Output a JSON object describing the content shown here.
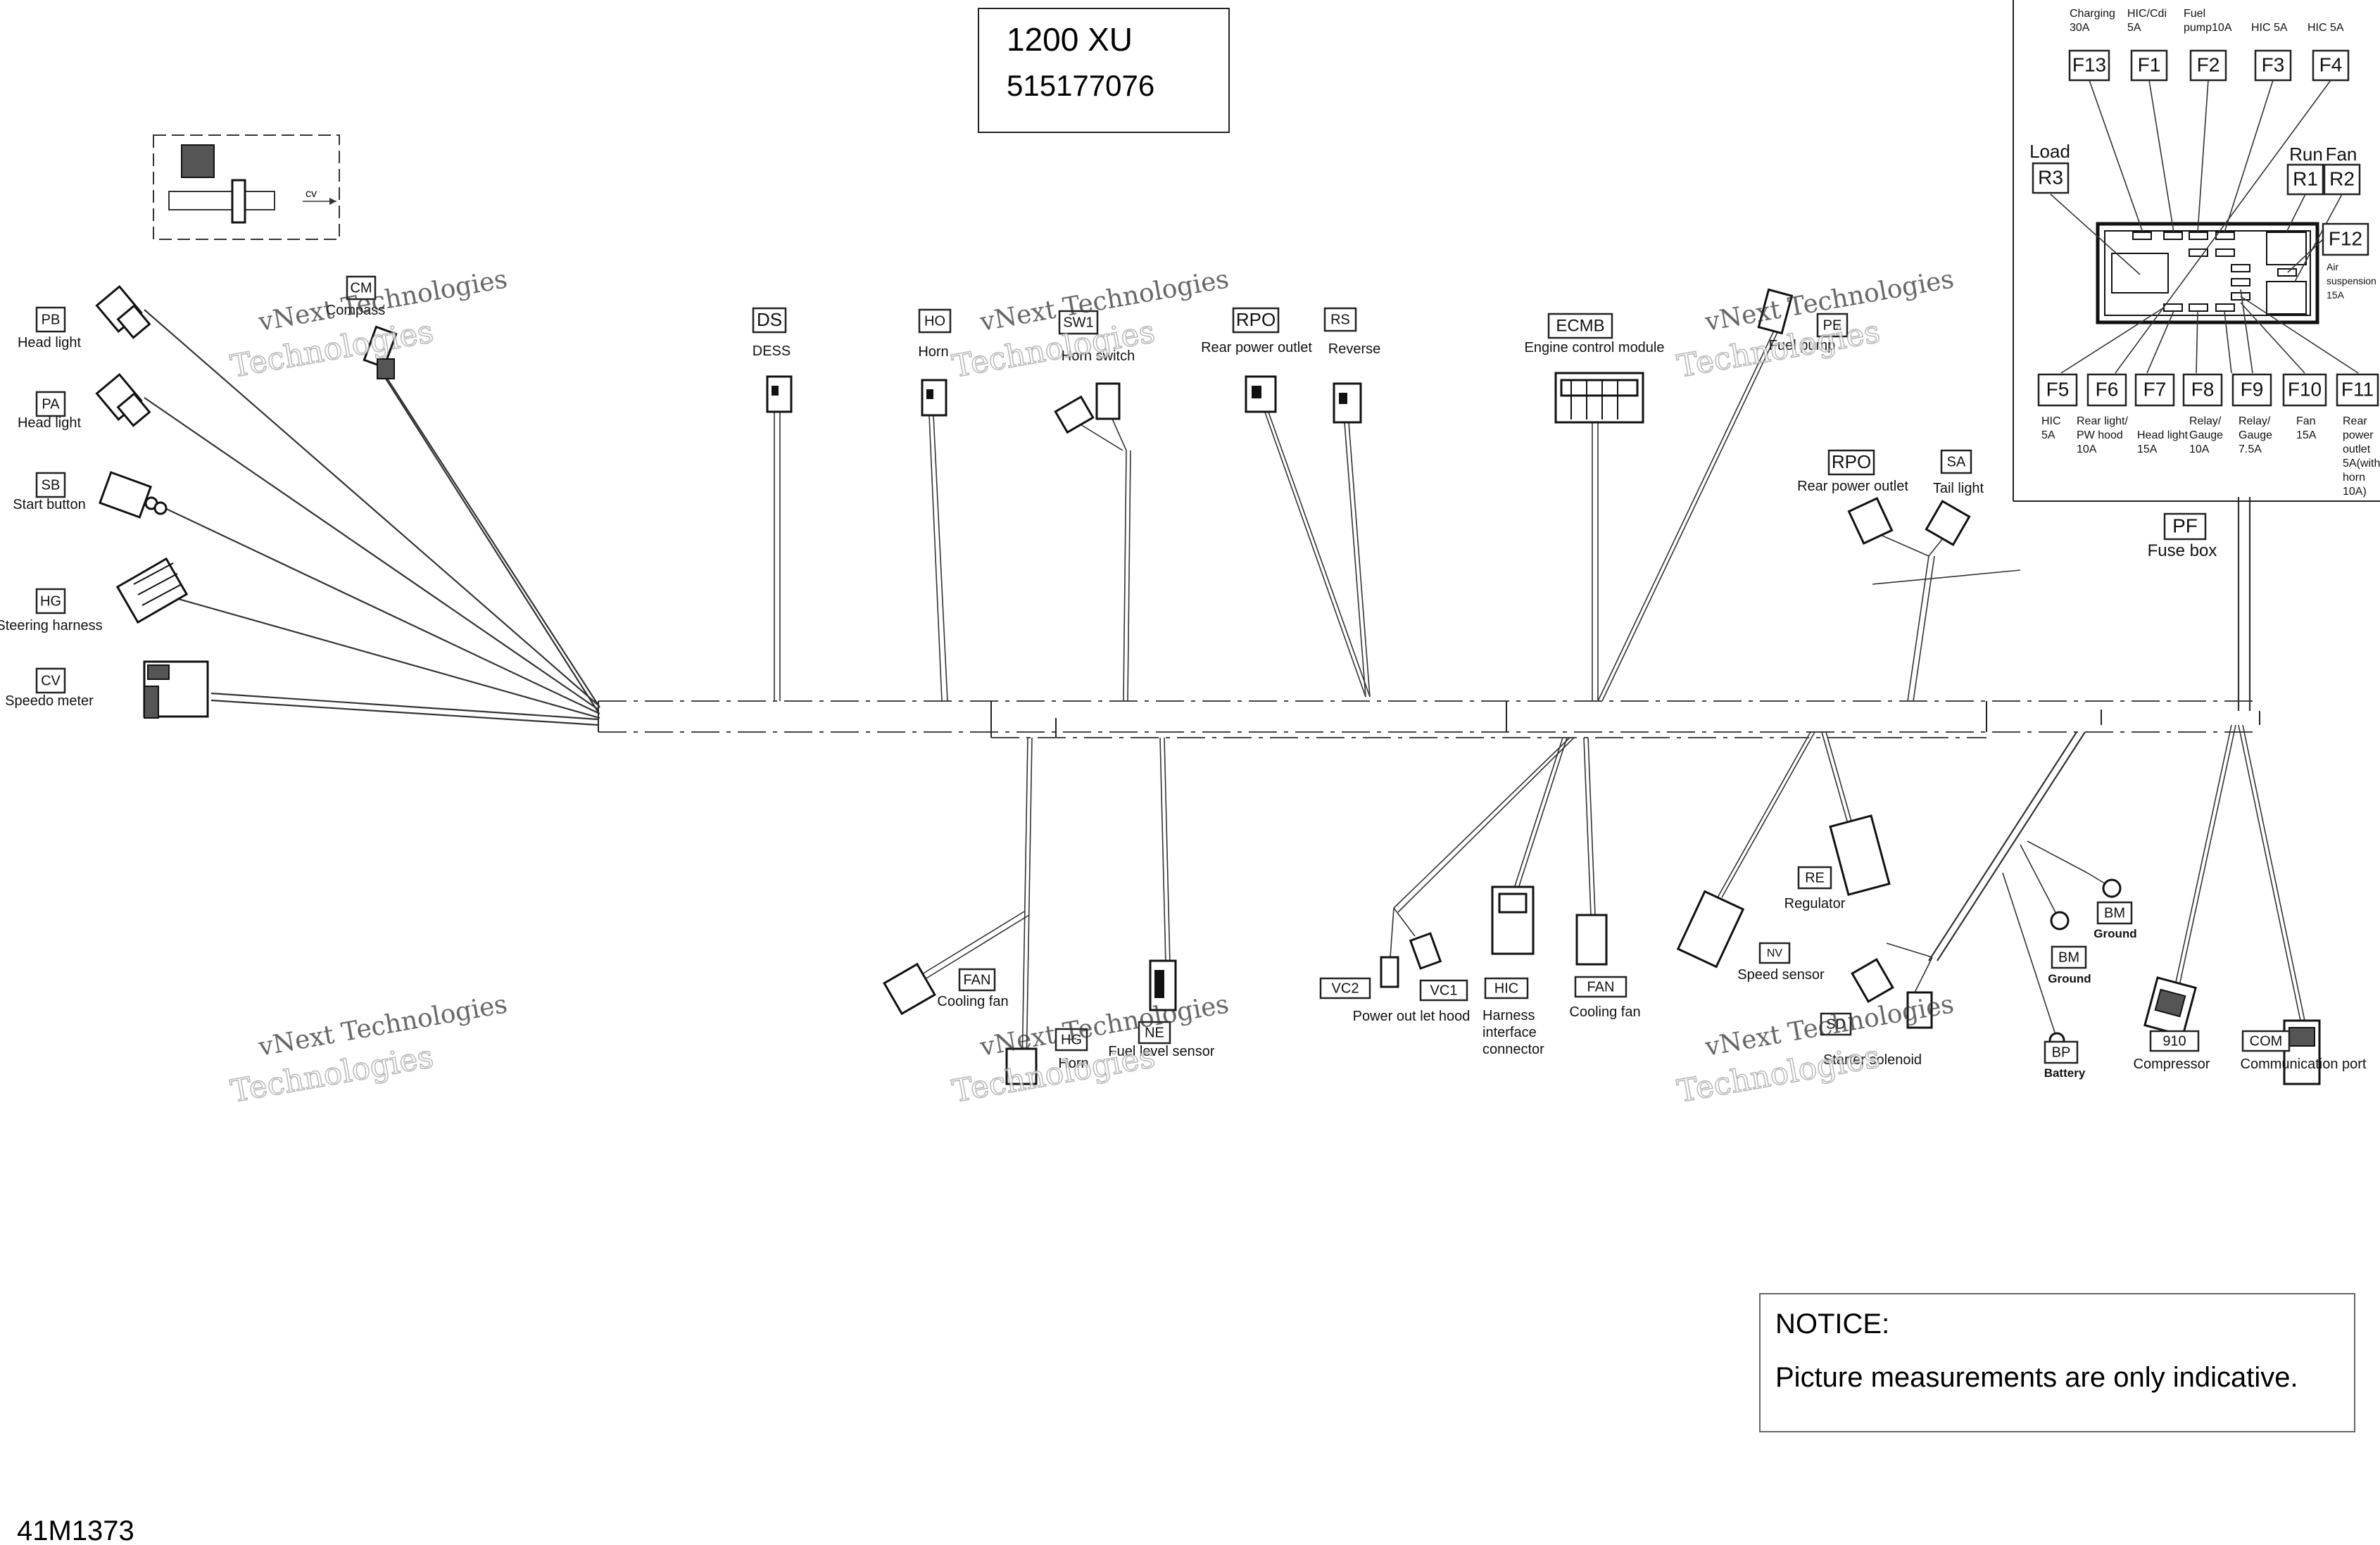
{
  "title_box": {
    "model": "1200 XU",
    "part_number": "515177076"
  },
  "diagram_code": "41M1373",
  "notice": {
    "heading": "NOTICE:",
    "text": "Picture measurements are only indicative."
  },
  "watermark": {
    "line1": "vNext Technologies",
    "line2": "Technologies"
  },
  "inset": {
    "cv_label": "cv"
  },
  "connectors": [
    {
      "code": "CM",
      "label": "Compass"
    },
    {
      "code": "PB",
      "label": "Head light"
    },
    {
      "code": "PA",
      "label": "Head light"
    },
    {
      "code": "SB",
      "label": "Start button"
    },
    {
      "code": "HG",
      "label": "Steering harness"
    },
    {
      "code": "CV",
      "label": "Speedo meter"
    },
    {
      "code": "DS",
      "label": "DESS"
    },
    {
      "code": "HO",
      "label": "Horn"
    },
    {
      "code": "SW1",
      "label": "Horn switch"
    },
    {
      "code": "RPO",
      "label": "Rear power outlet"
    },
    {
      "code": "RS",
      "label": "Reverse"
    },
    {
      "code": "ECMB",
      "label": "Engine control module"
    },
    {
      "code": "PE",
      "label": "Fuel pump"
    },
    {
      "code": "RPO",
      "label": "Rear power outlet"
    },
    {
      "code": "SA",
      "label": "Tail light"
    },
    {
      "code": "PF",
      "label": "Fuse box"
    },
    {
      "code": "FAN",
      "label": "Cooling fan"
    },
    {
      "code": "HG",
      "label": "Horn"
    },
    {
      "code": "NE",
      "label": "Fuel level sensor"
    },
    {
      "code": "VC2",
      "label": ""
    },
    {
      "code": "VC1",
      "label": "Power out let hood"
    },
    {
      "code": "HIC",
      "label": "Harness interface connector"
    },
    {
      "code": "FAN",
      "label": "Cooling fan"
    },
    {
      "code": "RE",
      "label": "Regulator"
    },
    {
      "code": "NV",
      "label": "Speed sensor"
    },
    {
      "code": "SD",
      "label": "Starter solenoid"
    },
    {
      "code": "BM",
      "label": "Ground"
    },
    {
      "code": "BM",
      "label": "Ground"
    },
    {
      "code": "BP",
      "label": "Battery"
    },
    {
      "code": "910",
      "label": "Compressor"
    },
    {
      "code": "COM",
      "label": "Communication port"
    }
  ],
  "fuse_box": {
    "relays": [
      {
        "code": "R3",
        "label": "Load"
      },
      {
        "code": "R1",
        "label": "Run"
      },
      {
        "code": "R2",
        "label": "Fan"
      }
    ],
    "top_fuses": [
      {
        "code": "F13",
        "rating": [
          "Charging",
          "30A"
        ]
      },
      {
        "code": "F1",
        "rating": [
          "HIC/Cdi",
          "5A"
        ]
      },
      {
        "code": "F2",
        "rating": [
          "Fuel",
          "pump10A"
        ]
      },
      {
        "code": "F3",
        "rating": [
          "HIC 5A"
        ]
      },
      {
        "code": "F4",
        "rating": [
          "HIC 5A"
        ]
      }
    ],
    "side_fuse": {
      "code": "F12",
      "rating": [
        "Air",
        "suspension",
        "15A"
      ]
    },
    "bottom_fuses": [
      {
        "code": "F5",
        "rating": [
          "HIC",
          "5A"
        ]
      },
      {
        "code": "F6",
        "rating": [
          "Rear light/",
          "PW hood",
          "10A"
        ]
      },
      {
        "code": "F7",
        "rating": [
          "Head light",
          "15A"
        ]
      },
      {
        "code": "F8",
        "rating": [
          "Relay/",
          "Gauge",
          "10A"
        ]
      },
      {
        "code": "F9",
        "rating": [
          "Relay/",
          "Gauge",
          "7.5A"
        ]
      },
      {
        "code": "F10",
        "rating": [
          "Fan",
          "15A"
        ]
      },
      {
        "code": "F11",
        "rating": [
          "Rear",
          "power",
          "outlet",
          "5A(with",
          "horn",
          "10A)"
        ]
      }
    ]
  }
}
